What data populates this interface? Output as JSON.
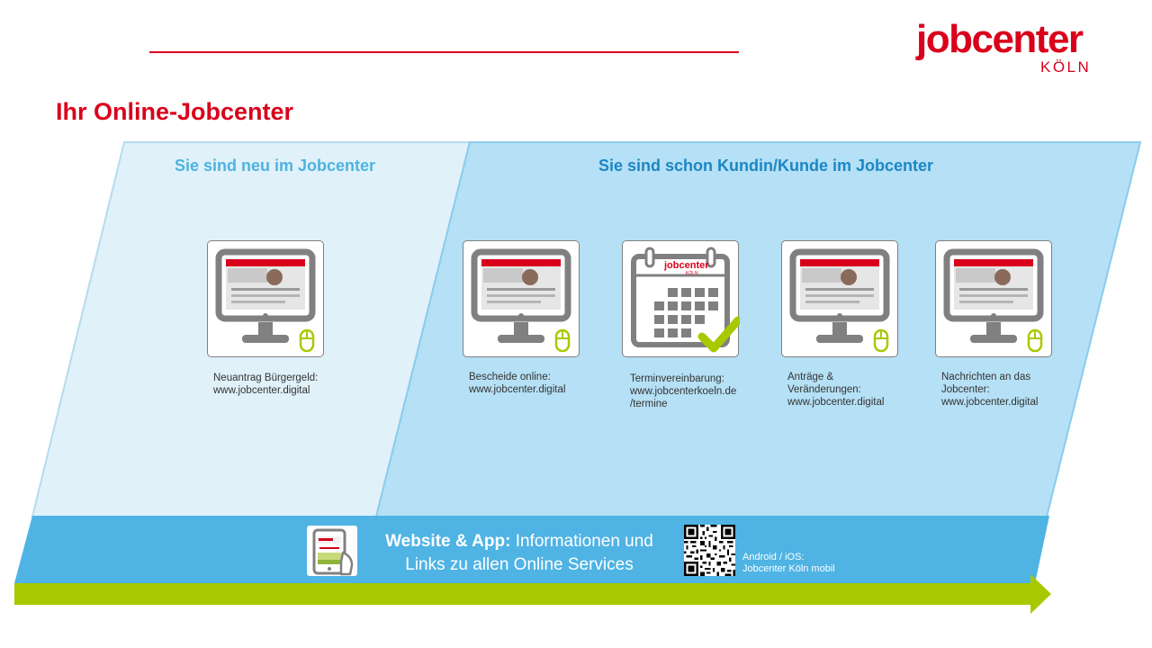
{
  "logo": {
    "word": "jobcenter",
    "city": "KÖLN"
  },
  "title": "Ihr Online-Jobcenter",
  "columns": {
    "new_heading": "Sie sind neu im Jobcenter",
    "customer_heading": "Sie sind schon Kundin/Kunde im Jobcenter"
  },
  "services": [
    {
      "icon": "computer-mouse-icon",
      "lines": [
        "Neuantrag Bürgergeld:",
        "www.jobcenter.digital"
      ]
    },
    {
      "icon": "computer-mouse-icon",
      "lines": [
        "Bescheide online:",
        "www.jobcenter.digital"
      ]
    },
    {
      "icon": "calendar-check-icon",
      "lines": [
        "Terminvereinbarung:",
        "www.jobcenterkoeln.de",
        "/termine"
      ]
    },
    {
      "icon": "computer-mouse-icon",
      "lines": [
        "Anträge &",
        "Veränderungen:",
        "www.jobcenter.digital"
      ]
    },
    {
      "icon": "computer-mouse-icon",
      "lines": [
        "Nachrichten an das",
        "Jobcenter:",
        "www.jobcenter.digital"
      ]
    }
  ],
  "calendar_logo": {
    "word": "jobcenter",
    "city": "KÖLN"
  },
  "band": {
    "bold": "Website & App:",
    "rest": " Informationen und",
    "line2": "Links zu allen Online Services",
    "store_line1": "Android / iOS:",
    "store_line2": "Jobcenter Köln mobil"
  },
  "colors": {
    "brand_red": "#d9001b",
    "light_blue": "#e0f1fa",
    "mid_blue": "#b5e0f5",
    "band_blue": "#4fb3e4",
    "arrow_green": "#a8c900",
    "icon_gray": "#808080"
  }
}
